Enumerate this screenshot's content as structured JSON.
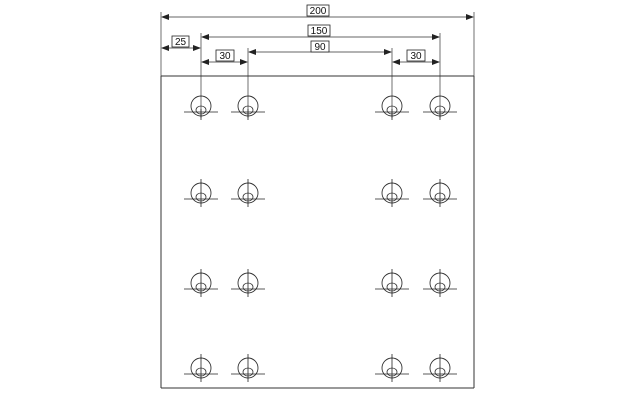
{
  "drawing": {
    "dimensions": [
      {
        "id": "overall-width",
        "label": "200"
      },
      {
        "id": "hole-span",
        "label": "150"
      },
      {
        "id": "edge-offset",
        "label": "25"
      },
      {
        "id": "left-pitch",
        "label": "30"
      },
      {
        "id": "center-gap",
        "label": "90"
      },
      {
        "id": "right-pitch",
        "label": "30"
      }
    ],
    "hole_grid": {
      "columns": 4,
      "rows": 4
    }
  }
}
